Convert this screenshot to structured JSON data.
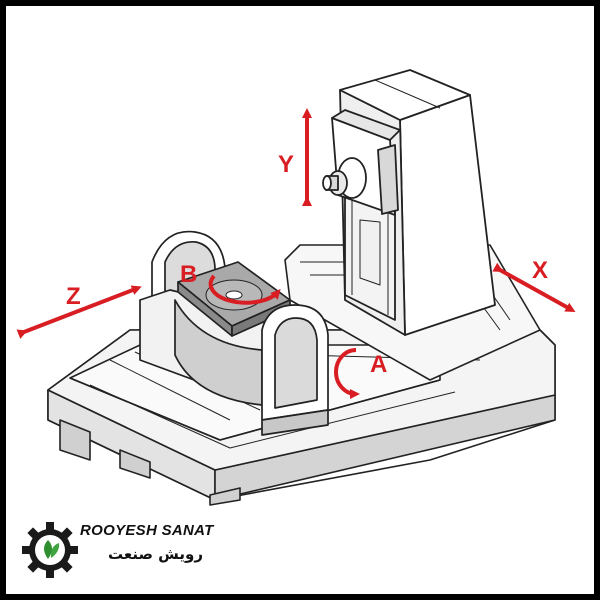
{
  "axes": {
    "x": "X",
    "y": "Y",
    "z": "Z",
    "a": "A",
    "b": "B"
  },
  "brand": {
    "name_en": "ROOYESH SANAT",
    "name_fa": "رویش صنعت"
  },
  "colors": {
    "arrow": "#d81e23",
    "outline": "#222222",
    "fill_light": "#ffffff",
    "fill_shade": "#d9d9d9",
    "fill_mid": "#bdbdbd",
    "logo_gear": "#1a1a1a",
    "logo_leaf": "#2f8f2f"
  },
  "icons": {
    "logo": "gear-leaf-logo-icon"
  }
}
